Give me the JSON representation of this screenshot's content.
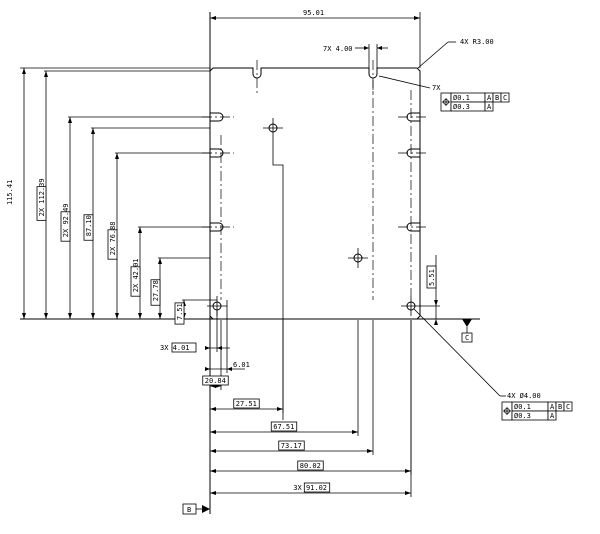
{
  "drawing": {
    "overall_width": "95.01",
    "overall_height": "115.41",
    "corner_note": "4X R3.00",
    "slot_width": "7X 4.00",
    "slot_count": "7X",
    "hole_count": "4X",
    "hole_callout": "4X Ø4.00",
    "edge_dim": "5.51",
    "fcf_1": {
      "row1_tol": "Ø0.1",
      "row1_refs": [
        "A",
        "B",
        "C"
      ],
      "row2_tol": "Ø0.3",
      "row2_refs": [
        "A"
      ]
    },
    "fcf_2": {
      "row1_tol": "Ø0.1",
      "row1_refs": [
        "A",
        "B",
        "C"
      ],
      "row2_tol": "Ø0.3",
      "row2_refs": [
        "A"
      ]
    },
    "datum_b": "B",
    "datum_c": "C",
    "vertical_dims": [
      {
        "prefix": "2X",
        "value": "112.39"
      },
      {
        "prefix": "2X",
        "value": "92.49"
      },
      {
        "prefix": "",
        "value": "87.10"
      },
      {
        "prefix": "2X",
        "value": "76.88"
      },
      {
        "prefix": "2X",
        "value": "42.01"
      },
      {
        "prefix": "",
        "value": "27.78"
      },
      {
        "prefix": "",
        "value": "7.51"
      }
    ],
    "horizontal_dims": [
      {
        "prefix": "3X",
        "value": "4.01"
      },
      {
        "prefix": "",
        "value": "6.01"
      },
      {
        "prefix": "",
        "value": "20.84"
      },
      {
        "prefix": "",
        "value": "27.51"
      },
      {
        "prefix": "",
        "value": "67.51"
      },
      {
        "prefix": "",
        "value": "73.17"
      },
      {
        "prefix": "",
        "value": "80.02"
      },
      {
        "prefix": "3X",
        "value": "91.02"
      }
    ]
  }
}
